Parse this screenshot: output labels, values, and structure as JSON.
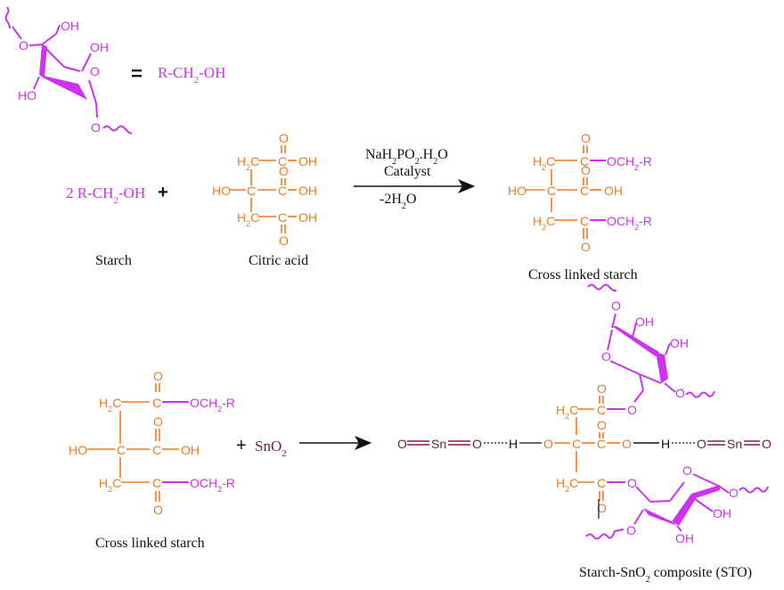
{
  "figure": {
    "title": "Starch crosslinking with citric acid and formation of Starch-SnO2 composite",
    "colors": {
      "starch": "#cc33ee",
      "citric_acid": "#f07820",
      "tin_oxide": "#6a1a4a",
      "text": "#111111"
    }
  },
  "definition": {
    "equals": "=",
    "abbreviation": "R-CH2-OH",
    "ring_labels": {
      "oh_top": "OH",
      "oh_right": "OH",
      "ho_left": "HO",
      "ring_o": "O",
      "o_left": "O",
      "o_bottom": "O"
    }
  },
  "reaction1": {
    "reactant1": "2 R-CH2-OH",
    "plus": "+",
    "reactant1_label": "Starch",
    "reactant2_label": "Citric acid",
    "conditions_top1": "NaH2PO2.H2O",
    "conditions_top2": "Catalyst",
    "conditions_bottom": "-2H2O",
    "product_label": "Cross linked starch",
    "citric": {
      "h2c": "H2C",
      "c": "C",
      "o": "O",
      "oh": "OH",
      "ho": "HO"
    },
    "product": {
      "och2r": "OCH2-R",
      "oh": "OH",
      "ho": "HO"
    }
  },
  "reaction2": {
    "reactant_label": "Cross linked starch",
    "plus": "+",
    "reagent": "SnO2",
    "product_label": "Starch-SnO2 composite (STO)",
    "sno2_left": [
      "O",
      "Sn",
      "O"
    ],
    "sno2_right": [
      "O",
      "Sn",
      "O"
    ],
    "hbond_h": "H"
  }
}
